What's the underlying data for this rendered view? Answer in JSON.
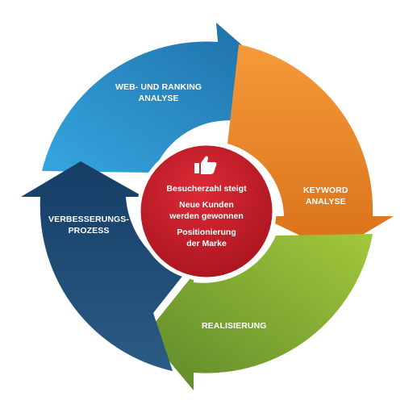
{
  "segments": [
    {
      "id": "web",
      "line1": "WEB- UND RANKING",
      "line2": "ANALYSE",
      "color": "#2a8fcc"
    },
    {
      "id": "keyword",
      "line1": "KEYWORD",
      "line2": "ANALYSE",
      "color": "#f08a2c"
    },
    {
      "id": "realisierung",
      "line1": "REALISIERUNG",
      "color": "#8cb335"
    },
    {
      "id": "verbesserung",
      "line1": "VERBESSERUNGS-",
      "line2": "PROZESS",
      "color": "#1f4f7a"
    }
  ],
  "center": {
    "icon": "thumbs-up-icon",
    "color": "#c81e2b",
    "line1": "Besucherzahl steigt",
    "line2": "Neue Kunden",
    "line3": "werden gewonnen",
    "line4": "Positionierung",
    "line5": "der Marke"
  }
}
